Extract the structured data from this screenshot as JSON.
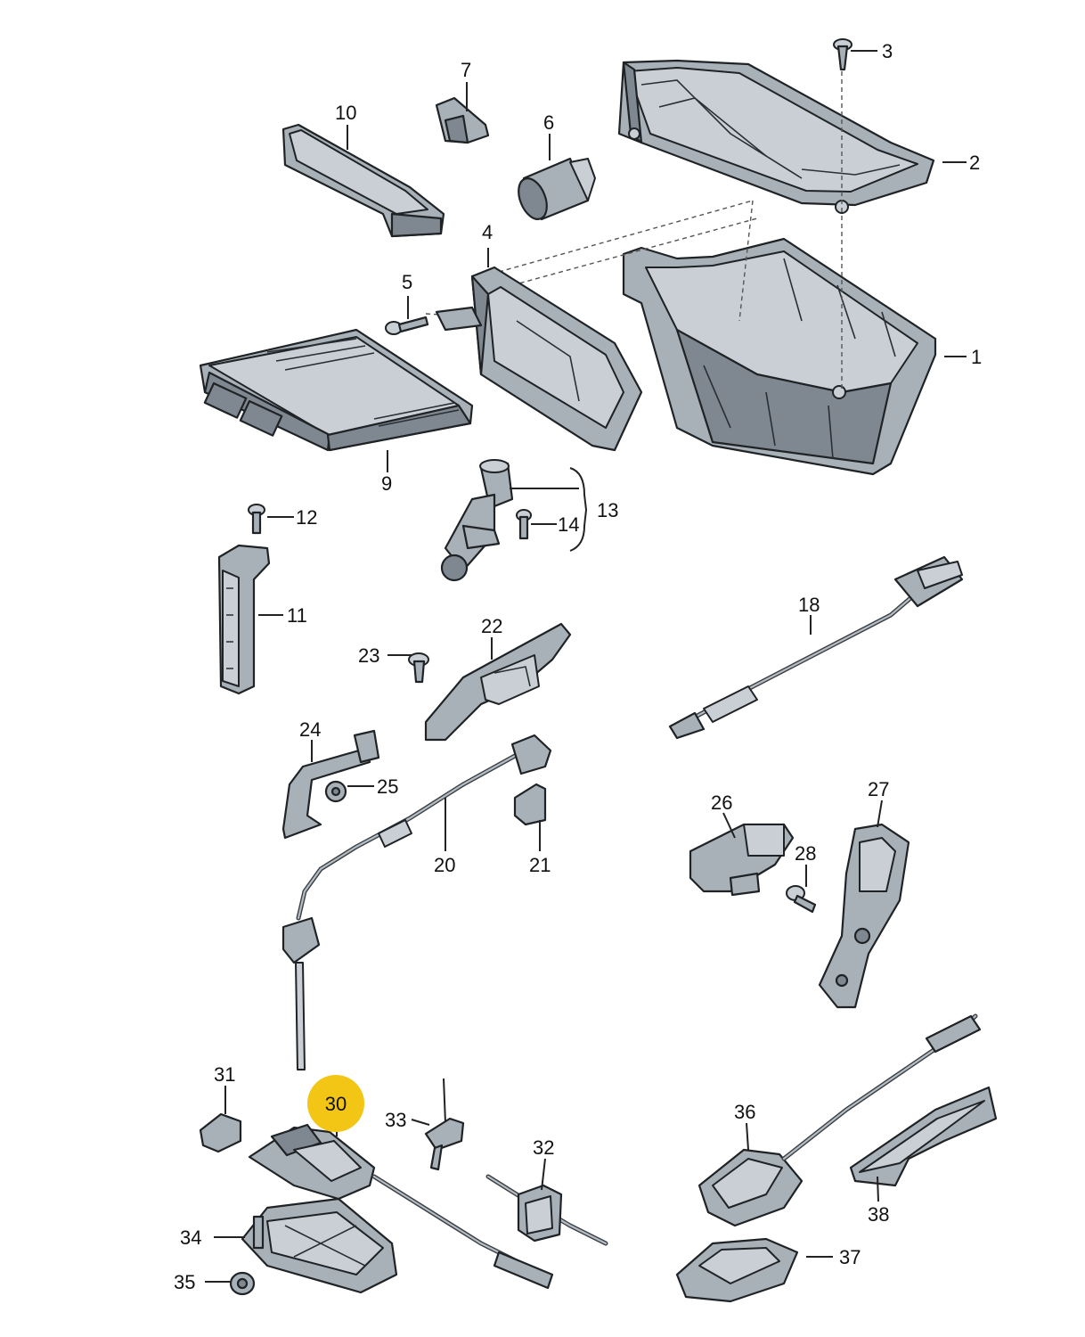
{
  "callouts": {
    "c1": "1",
    "c2": "2",
    "c3": "3",
    "c4": "4",
    "c5": "5",
    "c6": "6",
    "c7": "7",
    "c9": "9",
    "c10": "10",
    "c11": "11",
    "c12": "12",
    "c13": "13",
    "c14": "14",
    "c18": "18",
    "c20": "20",
    "c21": "21",
    "c22": "22",
    "c23": "23",
    "c24": "24",
    "c25": "25",
    "c26": "26",
    "c27": "27",
    "c28": "28",
    "c30": "30",
    "c31": "31",
    "c32": "32",
    "c33": "33",
    "c34": "34",
    "c35": "35",
    "c36": "36",
    "c37": "37",
    "c38": "38"
  },
  "highlight": {
    "part": "30",
    "color": "#f3c514"
  }
}
